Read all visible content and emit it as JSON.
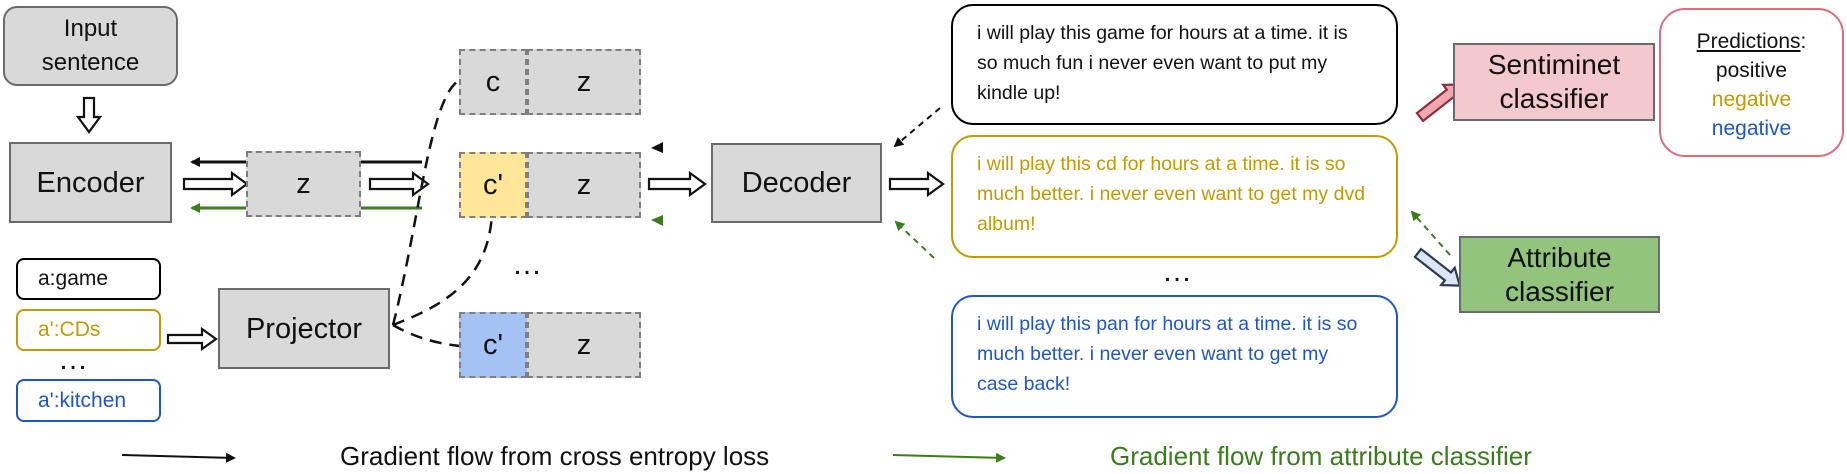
{
  "colors": {
    "gold": "#c49a00",
    "blue": "#1e56c8",
    "green": "#3a7d1c",
    "pink_fill": "#f4c9cd",
    "green_fill": "#93c47d",
    "yellow_fill": "#ffe699",
    "blue_fill": "#a4c2f4",
    "pred_border": "#e06c7a"
  },
  "input_box": {
    "label": "Input\nsentence"
  },
  "encoder": {
    "label": "Encoder"
  },
  "latent": {
    "z_label": "z"
  },
  "attributes": {
    "original": "a:game",
    "target": "a':CDs",
    "ellipsis": "…",
    "target2": "a':kitchen"
  },
  "projector": {
    "label": "Projector"
  },
  "codes": {
    "c_label": "c",
    "c_prime_label": "c'",
    "z_label": "z",
    "ellipsis": "…"
  },
  "decoder": {
    "label": "Decoder"
  },
  "sentences": {
    "original": "i will play this game for hours at a time. it is so much fun i never even want to put my kindle up!",
    "transfer1": "i will play this cd for hours at a time. it is so much better. i never even want to get my dvd album!",
    "ellipsis": "…",
    "transfer2": "i will play this pan for hours at a time. it is so much better. i never even want to get my case back!"
  },
  "sentiment_classifier": {
    "label": "Sentiminet\nclassifier"
  },
  "attribute_classifier": {
    "label": "Attribute\nclassifier"
  },
  "predictions": {
    "title": "Predictions",
    "colon": ":",
    "items": [
      "positive",
      "negative",
      "negative"
    ]
  },
  "legend": {
    "cross_entropy": "Gradient flow from cross entropy loss",
    "attribute": "Gradient flow from attribute classifier"
  }
}
